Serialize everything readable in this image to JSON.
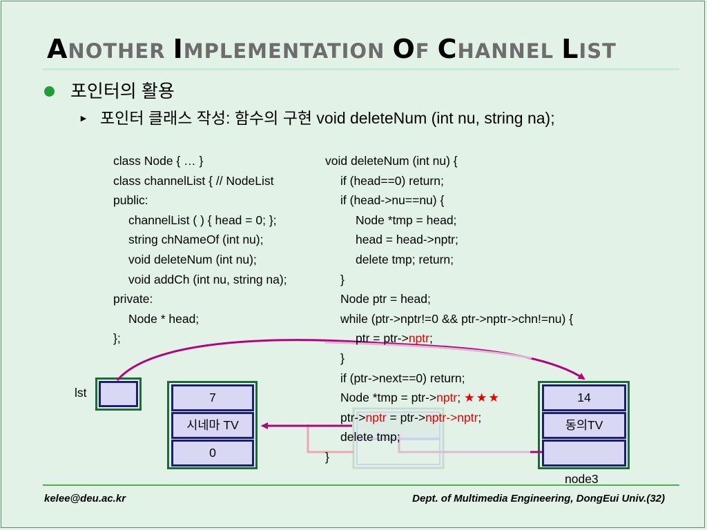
{
  "title": {
    "parts": [
      {
        "text": "A",
        "small": false
      },
      {
        "text": "NOTHER ",
        "small": true
      },
      {
        "text": "I",
        "small": false
      },
      {
        "text": "MPLEMENTATION ",
        "small": true
      },
      {
        "text": "O",
        "small": false
      },
      {
        "text": "F ",
        "small": true
      },
      {
        "text": "C",
        "small": false
      },
      {
        "text": "HANNEL ",
        "small": true
      },
      {
        "text": "L",
        "small": false
      },
      {
        "text": "IST",
        "small": true
      }
    ]
  },
  "bullet1": "포인터의 활용",
  "bullet2": "포인터 클래스 작성: 함수의 구현 void deleteNum (int nu, string na);",
  "code_left": [
    {
      "indent": 0,
      "segs": [
        {
          "t": "class Node { … }"
        }
      ]
    },
    {
      "indent": 0,
      "segs": [
        {
          "t": "class channelList { // NodeList"
        }
      ]
    },
    {
      "indent": 0,
      "segs": [
        {
          "t": "public:"
        }
      ]
    },
    {
      "indent": 1,
      "segs": [
        {
          "t": "channelList ( ) { head = 0; };"
        }
      ]
    },
    {
      "indent": 1,
      "segs": [
        {
          "t": "string chNameOf (int nu);"
        }
      ]
    },
    {
      "indent": 1,
      "segs": [
        {
          "t": "void deleteNum (int nu);"
        }
      ]
    },
    {
      "indent": 1,
      "segs": [
        {
          "t": "void addCh (int nu, string na);"
        }
      ]
    },
    {
      "indent": 0,
      "segs": [
        {
          "t": "private:"
        }
      ]
    },
    {
      "indent": 1,
      "segs": [
        {
          "t": "Node * head;"
        }
      ]
    },
    {
      "indent": 0,
      "segs": [
        {
          "t": "};"
        }
      ]
    }
  ],
  "code_right": [
    {
      "indent": 0,
      "segs": [
        {
          "t": "void deleteNum (int nu) {"
        }
      ]
    },
    {
      "indent": 1,
      "segs": [
        {
          "t": "if (head==0) return;"
        }
      ]
    },
    {
      "indent": 1,
      "segs": [
        {
          "t": "if (head->nu==nu) {"
        }
      ]
    },
    {
      "indent": 2,
      "segs": [
        {
          "t": "Node *tmp = head;"
        }
      ]
    },
    {
      "indent": 2,
      "segs": [
        {
          "t": "head = head->nptr;"
        }
      ]
    },
    {
      "indent": 2,
      "segs": [
        {
          "t": "delete tmp;  return;"
        }
      ]
    },
    {
      "indent": 1,
      "segs": [
        {
          "t": "}"
        }
      ]
    },
    {
      "indent": 1,
      "segs": [
        {
          "t": "Node ptr = head;"
        }
      ]
    },
    {
      "indent": 1,
      "segs": [
        {
          "t": "while (ptr->nptr!=0 && ptr->nptr->chn!=nu) {"
        }
      ]
    },
    {
      "indent": 2,
      "segs": [
        {
          "t": "ptr = ptr->"
        },
        {
          "t": "nptr",
          "red": true
        },
        {
          "t": ";"
        }
      ]
    },
    {
      "indent": 1,
      "segs": [
        {
          "t": "}"
        }
      ]
    },
    {
      "indent": 1,
      "segs": [
        {
          "t": "if (ptr->next==0) return;"
        }
      ]
    },
    {
      "indent": 1,
      "segs": [
        {
          "t": "Node *tmp = ptr->"
        },
        {
          "t": "nptr",
          "red": true
        },
        {
          "t": ";  "
        },
        {
          "t": "★★★",
          "stars": true
        }
      ]
    },
    {
      "indent": 1,
      "segs": [
        {
          "t": "ptr->"
        },
        {
          "t": "nptr",
          "red": true
        },
        {
          "t": " = ptr->"
        },
        {
          "t": "nptr->nptr",
          "red": true
        },
        {
          "t": ";"
        }
      ]
    },
    {
      "indent": 1,
      "segs": [
        {
          "t": "delete tmp;"
        }
      ]
    },
    {
      "indent": 0,
      "segs": [
        {
          "t": "}"
        }
      ]
    }
  ],
  "diagram": {
    "lst_label": "lst",
    "node_left": {
      "num": "7",
      "name": "시네마 TV",
      "next": "0"
    },
    "node_right": {
      "num": "14",
      "name": "동의TV",
      "next": ""
    },
    "node3_label": "node3"
  },
  "footer": {
    "left": "kelee@deu.ac.kr",
    "right": "Dept. of Multimedia Engineering, DongEui Univ.(32)"
  },
  "colors": {
    "background": "#e2f2e7",
    "bullet": "#1e9e35",
    "arrow": "#b5007f",
    "node_fill": "#d8d8f4",
    "node_border": "#1e1e78",
    "outer_border": "#1a6b34",
    "highlight": "#e50000"
  }
}
